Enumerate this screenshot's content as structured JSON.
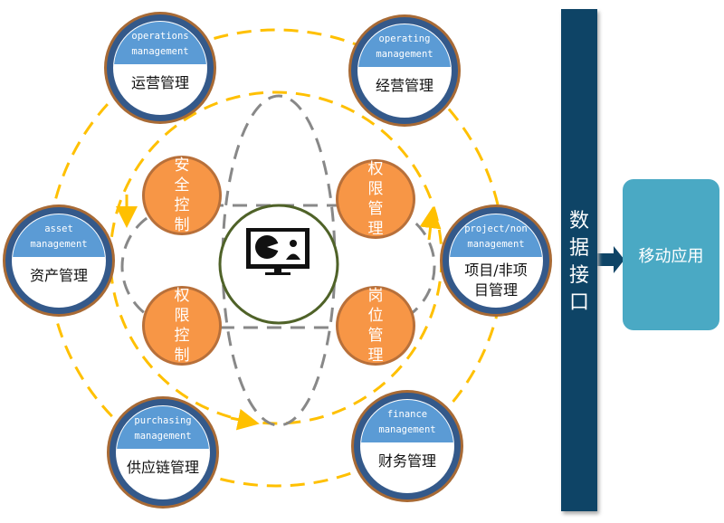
{
  "modules": [
    {
      "en": "operations management",
      "zh": "运营管理"
    },
    {
      "en": "operating management",
      "zh": "经营管理"
    },
    {
      "en": "asset management",
      "zh": "资产管理"
    },
    {
      "en": "project/non management",
      "zh": "项目/非项目管理"
    },
    {
      "en": "purchasing management",
      "zh": "供应链管理"
    },
    {
      "en": "finance management",
      "zh": "财务管理"
    }
  ],
  "controls": [
    "安全控制",
    "权限管理",
    "权限控制",
    "岗位管理"
  ],
  "interface_label": "数据接口",
  "mobile_label": "移动应用",
  "colors": {
    "accent_orange": "#f79646",
    "dark_blue": "#0e4466",
    "mobile": "#4aa9c4",
    "yellow": "#ffc000"
  }
}
